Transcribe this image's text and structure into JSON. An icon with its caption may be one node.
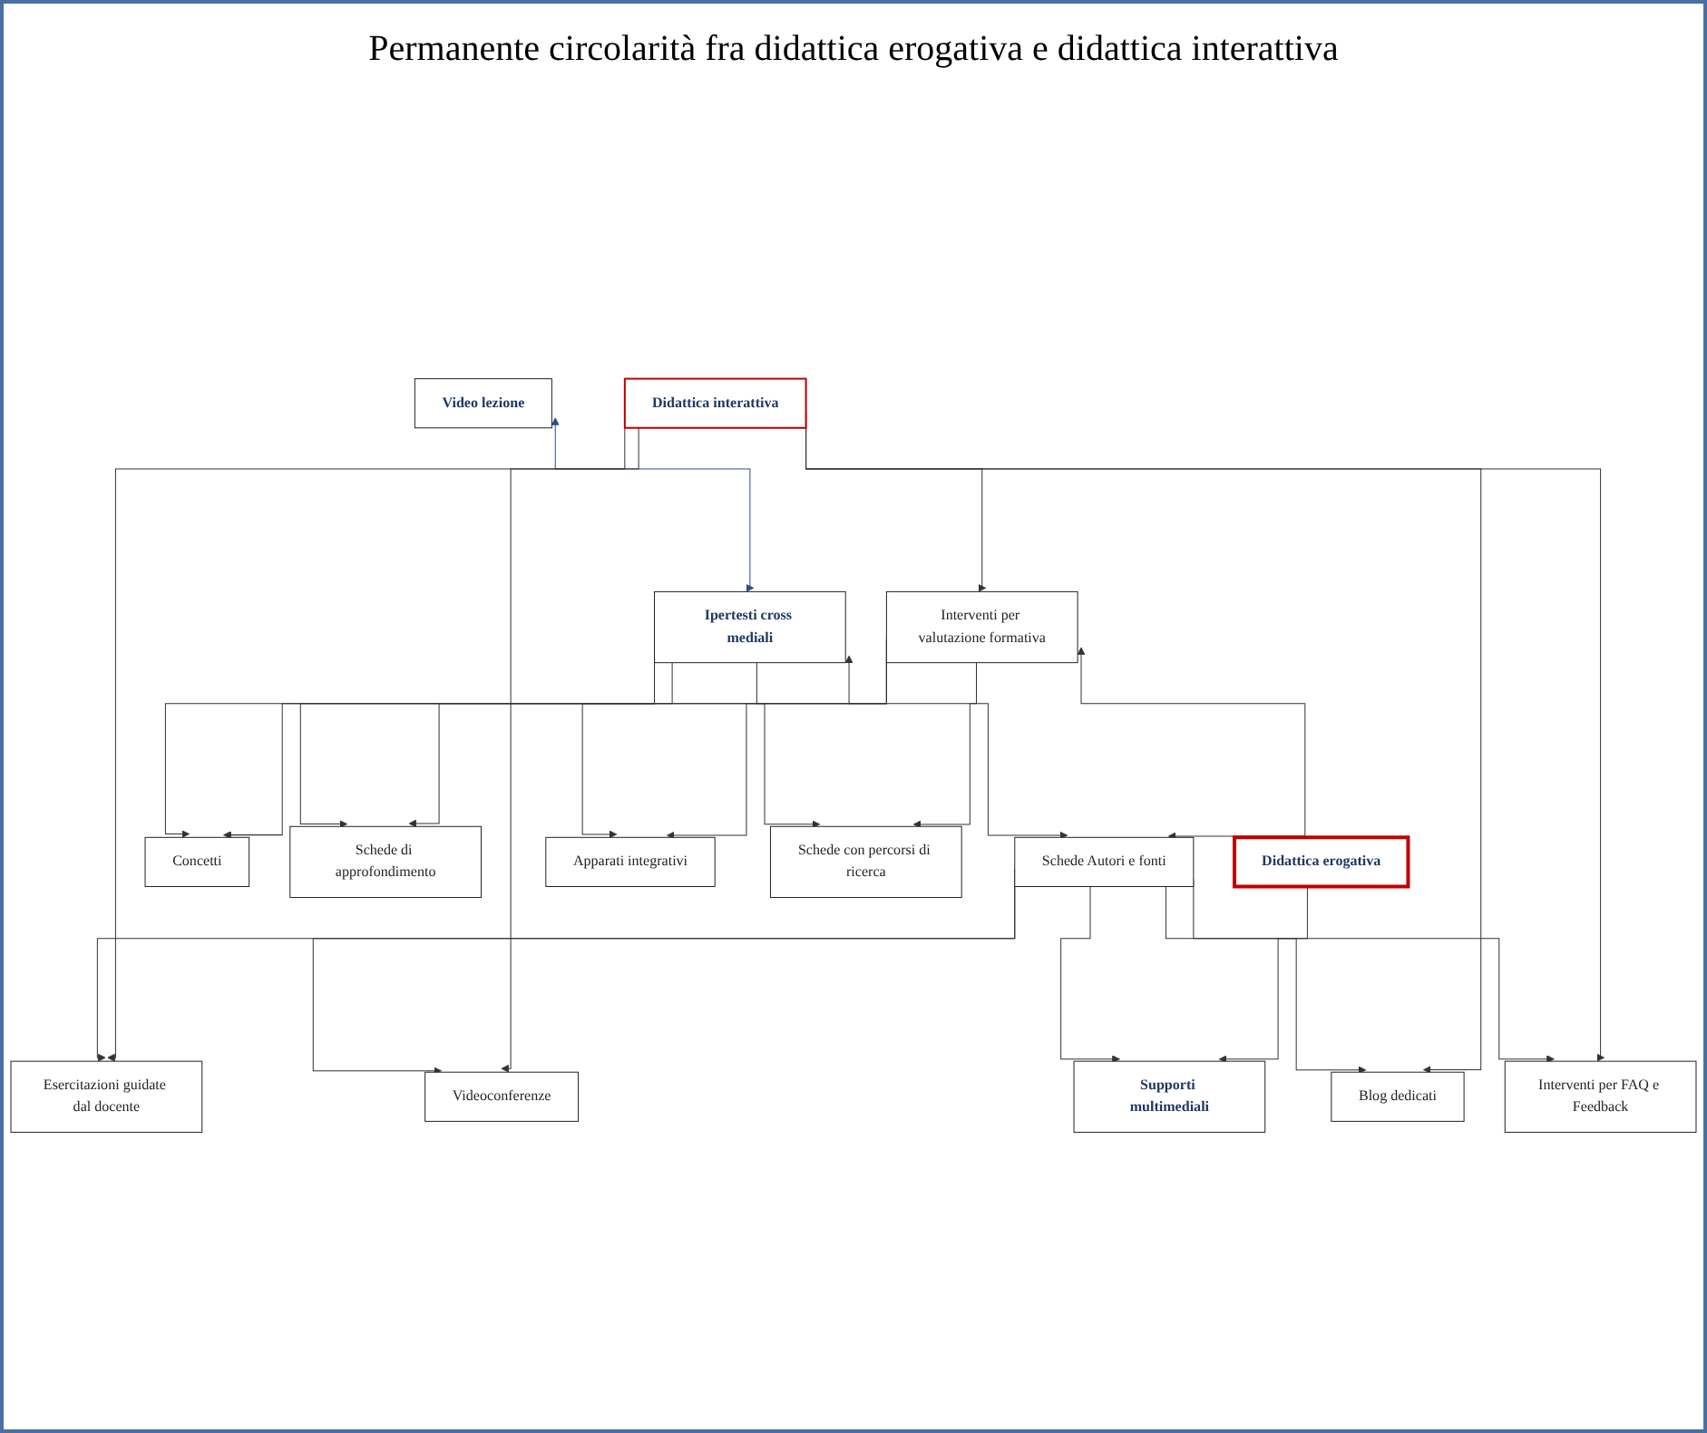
{
  "diagram": {
    "title": "Permanente circolarità fra didattica erogativa e didattica interattiva",
    "nodes": [
      {
        "text": [
          "Video lezione"
        ]
      },
      {
        "text": [
          "Didattica erogativa"
        ]
      },
      {
        "text": [
          "Supporti multimediali"
        ]
      },
      {
        "text": [
          "Ipertesti cross mediali"
        ]
      },
      {
        "text": [
          "Didattica interattiva"
        ]
      },
      {
        "text": [
          "Esercitazioni guidate dal docente"
        ]
      },
      {
        "text": [
          "Concetti"
        ]
      },
      {
        "text": [
          "Videoconferenze"
        ]
      },
      {
        "text": [
          "Schede di approfondimento"
        ]
      },
      {
        "text": [
          "Interventi per valutazione formativa"
        ]
      },
      {
        "text": [
          "Schede Autori e fonti"
        ]
      },
      {
        "text": [
          "Blog dedicati"
        ]
      },
      {
        "text": [
          "Apparati integrativi"
        ]
      },
      {
        "text": [
          "Interventi per FAQ e Feedback"
        ]
      },
      {
        "text": [
          "Schede con percorsi di ricerca"
        ]
      }
    ],
    "edges": [
      {
        "from": 0,
        "to": 3,
        "arrow": "both",
        "color": "#2e4a8c"
      },
      {
        "from": 1,
        "to": 2,
        "arrow": "to"
      },
      {
        "from": 4,
        "to": 5,
        "arrow": "to"
      },
      {
        "from": 4,
        "to": 7,
        "arrow": "to"
      },
      {
        "from": 4,
        "to": 9,
        "arrow": "to"
      },
      {
        "from": 4,
        "to": 11,
        "arrow": "to"
      },
      {
        "from": 4,
        "to": 13,
        "arrow": "to"
      },
      {
        "from": 9,
        "to": 10,
        "arrow": "both"
      },
      {
        "from": 10,
        "to": 5,
        "arrow": "to"
      },
      {
        "from": 10,
        "to": 7,
        "arrow": "to"
      },
      {
        "from": 10,
        "to": 11,
        "arrow": "to"
      },
      {
        "from": 10,
        "to": 13,
        "arrow": "to"
      },
      {
        "from": 9,
        "to": 6,
        "arrow": "to"
      },
      {
        "from": 9,
        "to": 8,
        "arrow": "to"
      },
      {
        "from": 9,
        "to": 12,
        "arrow": "to"
      },
      {
        "from": 9,
        "to": 14,
        "arrow": "to"
      },
      {
        "from": 3,
        "to": 10,
        "arrow": "both"
      },
      {
        "from": 10,
        "to": 2,
        "arrow": "to"
      },
      {
        "from": 3,
        "to": 6,
        "arrow": "to"
      },
      {
        "from": 3,
        "to": 8,
        "arrow": "to"
      },
      {
        "from": 3,
        "to": 12,
        "arrow": "to"
      },
      {
        "from": 3,
        "to": 14,
        "arrow": "to"
      }
    ]
  }
}
